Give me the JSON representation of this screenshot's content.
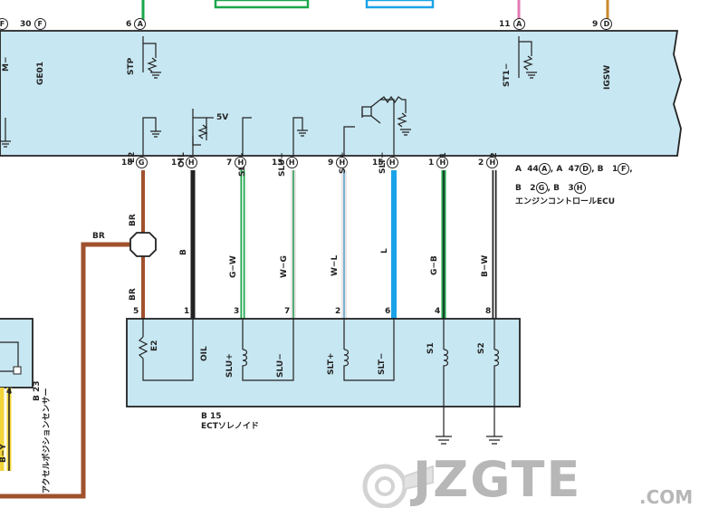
{
  "ecu": {
    "top_pins": [
      {
        "num": "",
        "conn": "F",
        "sig": "M−"
      },
      {
        "num": "30",
        "conn": "F",
        "sig": "GE01"
      },
      {
        "num": "6",
        "conn": "A",
        "sig": "STP"
      },
      {
        "num": "11",
        "conn": "A",
        "sig": "ST1−"
      },
      {
        "num": "9",
        "conn": "D",
        "sig": "IGSW"
      }
    ],
    "bottom_pins": [
      {
        "num": "18",
        "conn": "G",
        "sig": "E2"
      },
      {
        "num": "17",
        "conn": "H",
        "sig": "OIL"
      },
      {
        "num": "7",
        "conn": "H",
        "sig": "SLU+"
      },
      {
        "num": "13",
        "conn": "H",
        "sig": "SLU−"
      },
      {
        "num": "9",
        "conn": "H",
        "sig": "SLT+"
      },
      {
        "num": "15",
        "conn": "H",
        "sig": "SLT−"
      },
      {
        "num": "1",
        "conn": "H",
        "sig": "S1"
      },
      {
        "num": "2",
        "conn": "H",
        "sig": "S2"
      }
    ],
    "supply_label": "5V",
    "connector_line1": [
      "A",
      "44",
      "A",
      ", A",
      "47",
      "D",
      ", B",
      "1",
      "F",
      ","
    ],
    "connector_line2": [
      "B",
      "2",
      "G",
      ", B",
      "3",
      "H"
    ],
    "name": "エンジンコントロールECU"
  },
  "wires": [
    {
      "color_label": "BR",
      "color": "#a0522d"
    },
    {
      "color_label": "B",
      "color": "#222222"
    },
    {
      "color_label": "G−W",
      "color": "#1aa64a"
    },
    {
      "color_label": "W−G",
      "color": "#1aa64a"
    },
    {
      "color_label": "W−L",
      "color": "#5aaee0"
    },
    {
      "color_label": "L",
      "color": "#1aa3e8"
    },
    {
      "color_label": "G−B",
      "color": "#1aa64a"
    },
    {
      "color_label": "B−W",
      "color": "#222222"
    }
  ],
  "junction_branch_label": "BR",
  "junction_lower_label": "BR",
  "solenoid": {
    "pins": [
      {
        "num": "5",
        "sig": "E2"
      },
      {
        "num": "1",
        "sig": "OIL"
      },
      {
        "num": "3",
        "sig": "SLU+"
      },
      {
        "num": "7",
        "sig": "SLU−"
      },
      {
        "num": "2",
        "sig": "SLT+"
      },
      {
        "num": "6",
        "sig": "SLT−"
      },
      {
        "num": "4",
        "sig": "S1"
      },
      {
        "num": "8",
        "sig": "S2"
      }
    ],
    "code": "B  15",
    "name": "ECTソレノイド"
  },
  "sensor": {
    "code": "B  23",
    "name": "アクセルポジションセンサー",
    "pin": "4",
    "wire_label": "B−Y"
  },
  "watermark": {
    "main": "JZGTE",
    "suffix": ".COM"
  },
  "colors": {
    "ecu_fill": "#c7e7f2",
    "outline": "#222222",
    "brown": "#a0522d",
    "green": "#1aa64a",
    "blue": "#1aa3e8",
    "yellow": "#f2d43b",
    "red": "#e0332e",
    "watermark": "#b7b7b7"
  }
}
